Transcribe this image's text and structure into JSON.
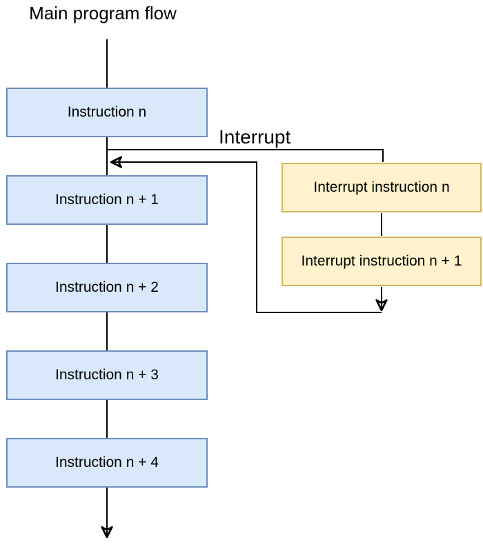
{
  "diagram": {
    "title": "Main program flow",
    "interrupt_label": "Interrupt",
    "main_flow_nodes": [
      {
        "label": "Instruction n"
      },
      {
        "label": "Instruction n + 1"
      },
      {
        "label": "Instruction n + 2"
      },
      {
        "label": "Instruction n + 3"
      },
      {
        "label": "Instruction n + 4"
      }
    ],
    "interrupt_nodes": [
      {
        "label": "Interrupt instruction n"
      },
      {
        "label": "Interrupt instruction n + 1"
      }
    ],
    "edges": [
      {
        "from": "main-flow-start",
        "to": "Instruction n"
      },
      {
        "from": "Instruction n",
        "to": "Instruction n + 1"
      },
      {
        "from": "Instruction n + 1",
        "to": "Instruction n + 2"
      },
      {
        "from": "Instruction n + 2",
        "to": "Instruction n + 3"
      },
      {
        "from": "Instruction n + 3",
        "to": "Instruction n + 4"
      },
      {
        "from": "Instruction n + 4",
        "to": "main-flow-end"
      },
      {
        "from": "Instruction n",
        "to": "Interrupt instruction n",
        "label": "Interrupt"
      },
      {
        "from": "Interrupt instruction n",
        "to": "Interrupt instruction n + 1"
      },
      {
        "from": "Interrupt instruction n + 1",
        "to": "main flow before Instruction n + 1"
      }
    ],
    "colors": {
      "background": "#ffffff",
      "text": "#000000",
      "connector": "#000000",
      "main_node_fill": "#dae8fc",
      "main_node_border": "#6c8ebf",
      "interrupt_node_fill": "#fff2cc",
      "interrupt_node_border": "#d6b656"
    }
  }
}
